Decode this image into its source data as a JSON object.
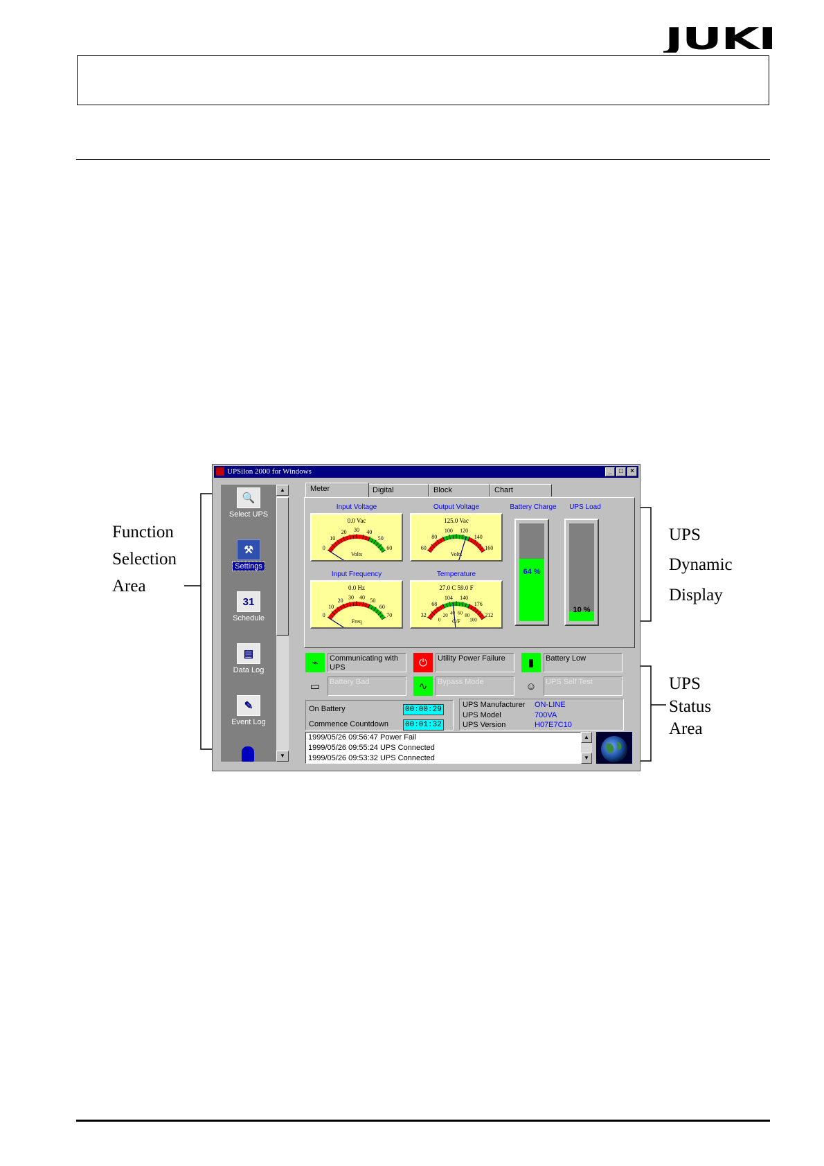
{
  "header": {
    "logo_text": "JUKI"
  },
  "annotations": {
    "function_selection": [
      "Function",
      "Selection",
      "Area"
    ],
    "dynamic_display": [
      "UPS",
      "Dynamic",
      "Display"
    ],
    "status_area": [
      "UPS",
      "Status",
      "Area"
    ]
  },
  "window": {
    "title": "UPSilon 2000 for Windows",
    "controls": [
      "_",
      "□",
      "×"
    ]
  },
  "sidebar": {
    "items": [
      {
        "label": "Select UPS",
        "icon": "magnifier-icon",
        "glyph": "🔍"
      },
      {
        "label": "Settings",
        "icon": "tools-icon",
        "glyph": "⚒",
        "selected": true
      },
      {
        "label": "Schedule",
        "icon": "calendar-icon",
        "glyph": "31"
      },
      {
        "label": "Data Log",
        "icon": "document-icon",
        "glyph": "▤"
      },
      {
        "label": "Event Log",
        "icon": "wrench-icon",
        "glyph": "✎"
      }
    ]
  },
  "tabs": [
    "Meter",
    "Digital",
    "Block",
    "Chart"
  ],
  "gauges": [
    {
      "caption": "Input Voltage",
      "value_text": "0.0 Vac",
      "unit": "Volts",
      "ticks": [
        "0",
        "10",
        "20",
        "30",
        "40",
        "50",
        "60"
      ],
      "needle": 0.0
    },
    {
      "caption": "Output Voltage",
      "value_text": "125.0 Vac",
      "unit": "Volts",
      "ticks": [
        "60",
        "80",
        "100",
        "120",
        "140",
        "160"
      ],
      "needle": 0.65
    },
    {
      "caption": "Input Frequency",
      "value_text": "0.0 Hz",
      "unit": "Freq",
      "ticks": [
        "0",
        "10",
        "20",
        "30",
        "40",
        "50",
        "60",
        "70"
      ],
      "needle": 0.0
    },
    {
      "caption": "Temperature",
      "value_text": "27.0 C   59.0 F",
      "unit": "C/F",
      "ticks": [
        "32",
        "68",
        "104",
        "140",
        "176",
        "212",
        "0",
        "20",
        "40",
        "60",
        "80",
        "100"
      ],
      "needle": 0.45
    }
  ],
  "bars": [
    {
      "caption": "Battery Charge",
      "percent": 64,
      "label": "64 %"
    },
    {
      "caption": "UPS Load",
      "percent": 10,
      "label": "10 %"
    }
  ],
  "status": [
    {
      "label": "Communicating with UPS",
      "icon": "cable-icon",
      "glyph": "⌁",
      "icon_bg": "#00ff00",
      "active": true
    },
    {
      "label": "Utility Power Failure",
      "icon": "plug-icon",
      "glyph": "⏻",
      "icon_bg": "#ff0000",
      "active": true
    },
    {
      "label": "Battery Low",
      "icon": "battery-icon",
      "glyph": "▮",
      "icon_bg": "#00ff00",
      "active": true
    },
    {
      "label": "Battery Bad",
      "icon": "battery-box-icon",
      "glyph": "▭",
      "icon_bg": "#c0c0c0",
      "active": false
    },
    {
      "label": "Bypass Mode",
      "icon": "sine-wave-icon",
      "glyph": "∿",
      "icon_bg": "#00ff00",
      "active": false
    },
    {
      "label": "UPS Self Test",
      "icon": "self-test-icon",
      "glyph": "☺",
      "icon_bg": "#c0c0c0",
      "active": false
    }
  ],
  "timers": {
    "on_battery_label": "On Battery",
    "on_battery_value": "00:00:29",
    "countdown_label": "Commence Countdown",
    "countdown_value": "00:01:32"
  },
  "ups_info": {
    "manufacturer_label": "UPS Manufacturer",
    "manufacturer_value": "ON-LINE",
    "model_label": "UPS Model",
    "model_value": "700VA",
    "version_label": "UPS Version",
    "version_value": "H07E7C10"
  },
  "event_log": [
    "1999/05/26 09:56:47  Power Fail",
    "1999/05/26 09:55:24  UPS Connected",
    "1999/05/26 09:53:32  UPS Connected"
  ],
  "colors": {
    "titlebar": "#000080",
    "gauge_face": "#ffff99",
    "bar_fill": "#00ff00",
    "lcd": "#00ffff",
    "link_text": "#0000ff"
  }
}
